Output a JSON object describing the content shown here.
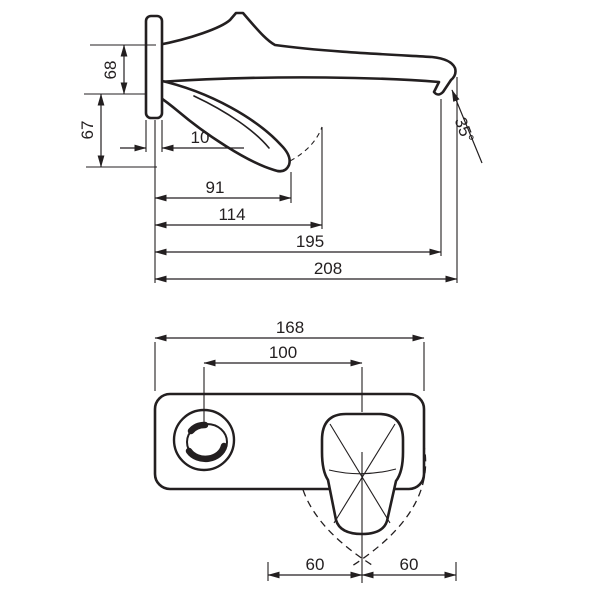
{
  "drawing": {
    "ink": "#231f20",
    "background": "#ffffff",
    "side_view": {
      "height_upper": "68",
      "height_lower": "67",
      "plate_depth": "10",
      "proj_handle": "91",
      "proj_handle_open": "114",
      "proj_aerator": "195",
      "proj_total": "208",
      "spray_angle": "35°"
    },
    "front_view": {
      "plate_width": "168",
      "center_distance": "100",
      "clearance_left": "60",
      "clearance_right": "60"
    }
  }
}
